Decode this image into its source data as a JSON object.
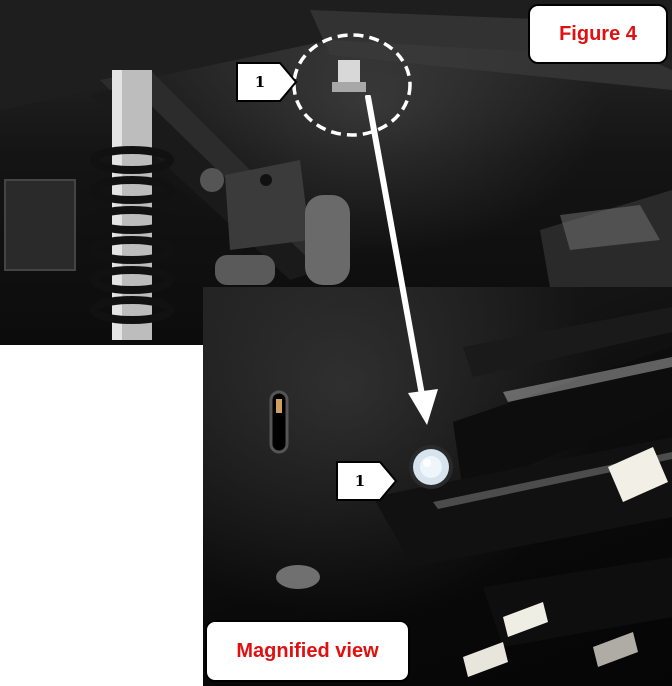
{
  "figure": {
    "title": "Figure 4",
    "magnified_label": "Magnified view"
  },
  "callouts": [
    {
      "number": "1"
    },
    {
      "number": "1"
    }
  ],
  "colors": {
    "label_text": "#e01010",
    "arrow": "#ffffff",
    "circle": "#ffffff"
  }
}
